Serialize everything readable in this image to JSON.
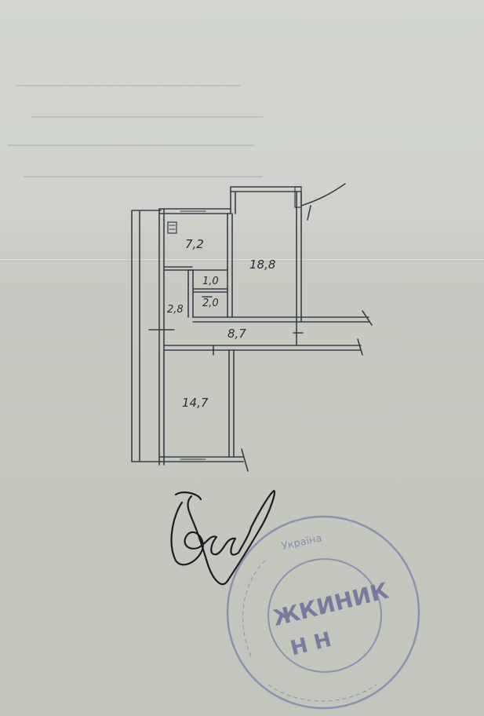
{
  "plan": {
    "rooms": [
      {
        "id": "room-kitchen",
        "label": "7,2"
      },
      {
        "id": "room-living",
        "label": "18,8"
      },
      {
        "id": "room-bathroom",
        "label": "1,0"
      },
      {
        "id": "room-wc",
        "label": "2,0"
      },
      {
        "id": "room-closet",
        "label": "2,8"
      },
      {
        "id": "room-hallway",
        "label": "8,7"
      },
      {
        "id": "room-bedroom",
        "label": "14,7"
      }
    ]
  },
  "stamp": {
    "top_text": "Україна",
    "center_lines": [
      "ЖКИНИК",
      "Н Н"
    ]
  },
  "colors": {
    "paper": "#c8cbc3",
    "ink": "#2a2c33",
    "stamp": "#7a7fa8"
  }
}
